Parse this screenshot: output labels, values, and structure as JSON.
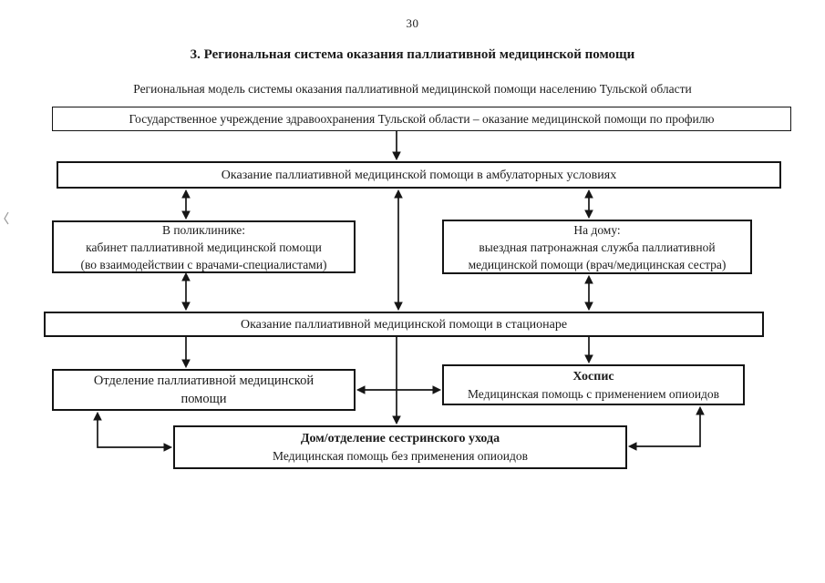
{
  "page": {
    "number": "30",
    "title": "3. Региональная система оказания паллиативной медицинской помощи",
    "subtitle": "Региональная модель системы оказания паллиативной медицинской помощи населению Тульской области"
  },
  "diagram": {
    "gov_institution": {
      "line1": "Государственное учреждение здравоохранения Тульской области – оказание медицинской помощи по профилю"
    },
    "outpatient": {
      "line1": "Оказание паллиативной медицинской помощи в амбулаторных условиях"
    },
    "polyclinic": {
      "line1": "В поликлинике:",
      "line2": "кабинет паллиативной медицинской помощи",
      "line3": "(во взаимодействии с врачами-специалистами)"
    },
    "home_care": {
      "line1": "На дому:",
      "line2": "выездная патронажная служба паллиативной",
      "line3": "медицинской помощи (врач/медицинская сестра)"
    },
    "inpatient": {
      "line1": "Оказание паллиативной медицинской помощи в стационаре"
    },
    "department": {
      "line1": "Отделение паллиативной медицинской",
      "line2": "помощи"
    },
    "hospice": {
      "line1": "Хоспис",
      "line2": "Медицинская помощь с применением опиоидов"
    },
    "nursing_home": {
      "line1": "Дом/отделение сестринского ухода",
      "line2": "Медицинская помощь без применения опиоидов"
    }
  },
  "colors": {
    "background": "#ffffff",
    "ink": "#1b1b1b",
    "box_border": "#141414"
  }
}
